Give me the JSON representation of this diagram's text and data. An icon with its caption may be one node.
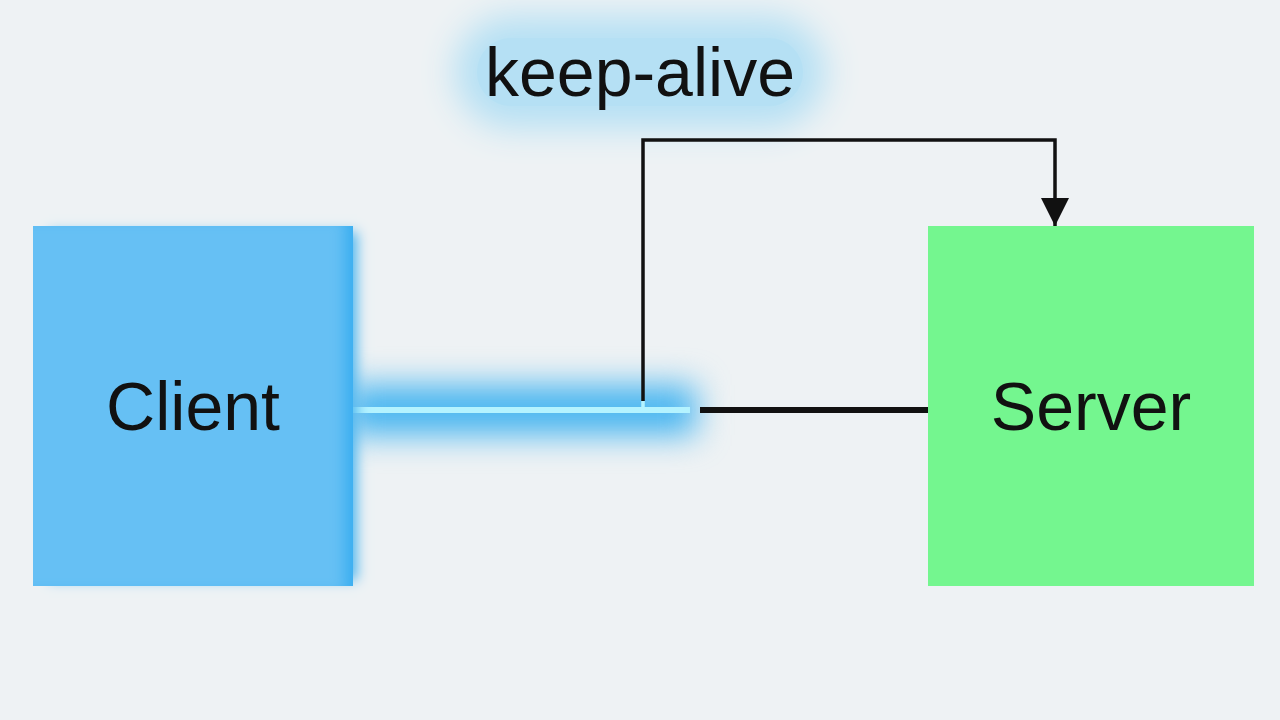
{
  "diagram": {
    "nodes": [
      {
        "text": [
          "Client"
        ]
      },
      {
        "text": [
          "Server"
        ]
      }
    ],
    "edges": [
      {
        "from": 0,
        "to": 1,
        "arrow": "none"
      },
      {
        "from": 0,
        "to": 1,
        "arrow": "to"
      }
    ],
    "labels": [
      "keep-alive"
    ]
  }
}
